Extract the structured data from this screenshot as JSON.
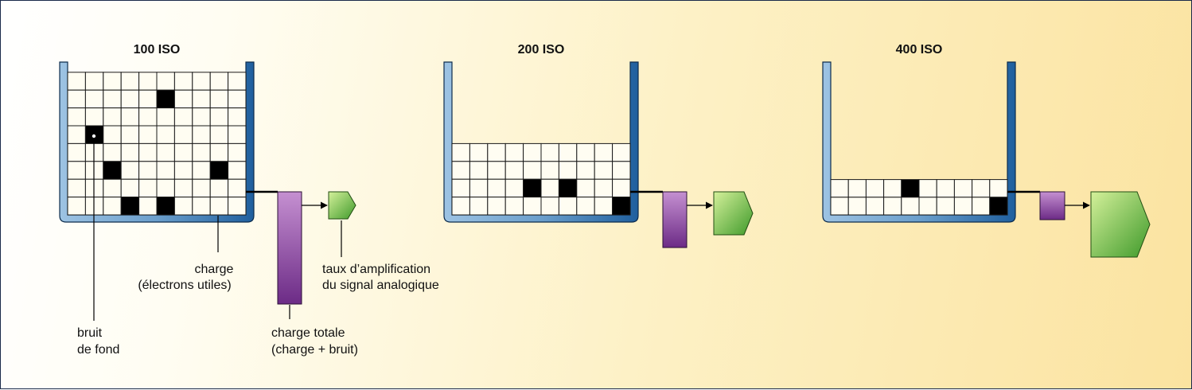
{
  "panels": [
    {
      "title": "100 ISO",
      "filled_rows": 8,
      "noise_cells": [
        [
          1,
          5
        ],
        [
          3,
          1
        ],
        [
          5,
          2
        ],
        [
          5,
          8
        ],
        [
          7,
          3
        ],
        [
          7,
          5
        ]
      ],
      "accumulated_charge_level": 1.0,
      "amplification_level": 0.25
    },
    {
      "title": "200 ISO",
      "filled_rows": 4,
      "noise_cells": [
        [
          2,
          4
        ],
        [
          2,
          6
        ],
        [
          3,
          9
        ]
      ],
      "accumulated_charge_level": 0.5,
      "amplification_level": 0.5
    },
    {
      "title": "400 ISO",
      "filled_rows": 2,
      "noise_cells": [
        [
          0,
          4
        ],
        [
          1,
          9
        ]
      ],
      "accumulated_charge_level": 0.25,
      "amplification_level": 1.0
    }
  ],
  "grid_columns": 10,
  "labels": {
    "charge_line1": "charge",
    "charge_line2": "(électrons utiles)",
    "noise_line1": "bruit",
    "noise_line2": "de fond",
    "total_line1": "charge totale",
    "total_line2": "(charge + bruit)",
    "amp_line1": "taux d’amplification",
    "amp_line2": "du signal analogique"
  },
  "colors": {
    "well_wall": "#4a86b8",
    "cell_fill": "#fffdf2",
    "noise_fill": "#000000",
    "charge_bar": "#9a52ab",
    "amplifier": "#7ec83e"
  }
}
